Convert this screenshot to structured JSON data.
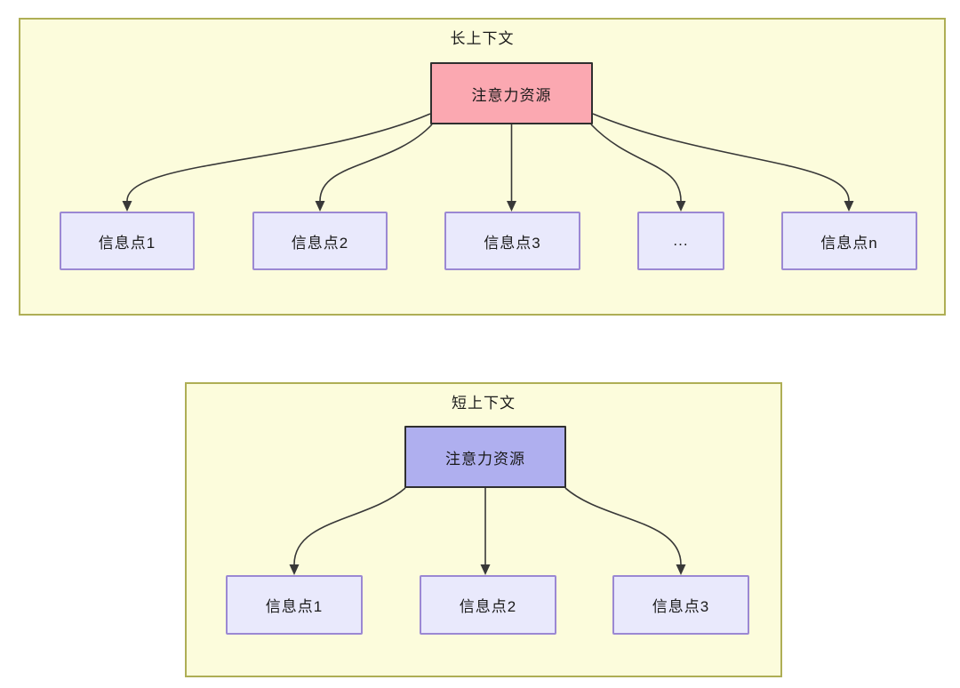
{
  "diagrams": {
    "long": {
      "title": "长上下文",
      "source": "注意力资源",
      "targets": [
        "信息点1",
        "信息点2",
        "信息点3",
        "...",
        "信息点n"
      ]
    },
    "short": {
      "title": "短上下文",
      "source": "注意力资源",
      "targets": [
        "信息点1",
        "信息点2",
        "信息点3"
      ]
    }
  },
  "colors": {
    "page_bg": "#FFFFFF",
    "panel_bg": "#FCFCDC",
    "panel_border": "#AEAE55",
    "source_long_bg": "#FBA8B1",
    "source_short_bg": "#AFAFEF",
    "source_border": "#2F2F2F",
    "target_bg": "#E9E9FC",
    "target_border": "#9B88D3",
    "arrow": "#383838",
    "text": "#1A1A1A"
  }
}
